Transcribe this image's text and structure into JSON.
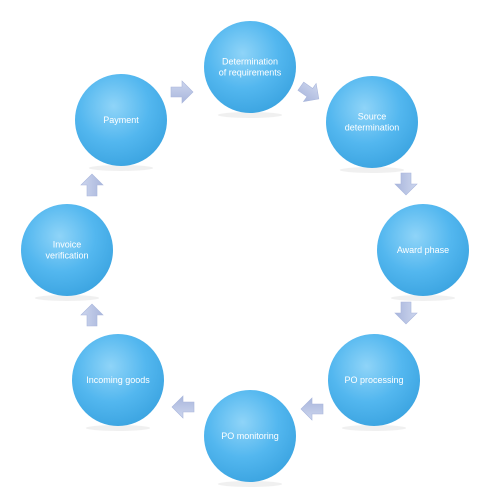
{
  "diagram": {
    "type": "cycle",
    "colors": {
      "node_fill_light": "#8fd4f8",
      "node_fill": "#53b7ef",
      "node_fill_dark": "#3aa3e0",
      "arrow_fill": "#cdd6ee",
      "arrow_shade": "#a9b6dc",
      "label": "#ffffff"
    },
    "nodes": [
      {
        "id": "determination-of-requirements",
        "lines": [
          "Determination",
          "of requirements"
        ]
      },
      {
        "id": "source-determination",
        "lines": [
          "Source",
          "determination"
        ]
      },
      {
        "id": "award-phase",
        "lines": [
          "Award phase"
        ]
      },
      {
        "id": "po-processing",
        "lines": [
          "PO processing"
        ]
      },
      {
        "id": "po-monitoring",
        "lines": [
          "PO monitoring"
        ]
      },
      {
        "id": "incoming-goods",
        "lines": [
          "Incoming goods"
        ]
      },
      {
        "id": "invoice-verification",
        "lines": [
          "Invoice",
          "verification"
        ]
      },
      {
        "id": "payment",
        "lines": [
          "Payment"
        ]
      }
    ],
    "arrows": [
      {
        "from": "determination-of-requirements",
        "to": "source-determination",
        "icon": "arrow-right-down-icon"
      },
      {
        "from": "source-determination",
        "to": "award-phase",
        "icon": "arrow-down-icon"
      },
      {
        "from": "award-phase",
        "to": "po-processing",
        "icon": "arrow-down-icon"
      },
      {
        "from": "po-processing",
        "to": "po-monitoring",
        "icon": "arrow-left-icon"
      },
      {
        "from": "po-monitoring",
        "to": "incoming-goods",
        "icon": "arrow-left-icon"
      },
      {
        "from": "incoming-goods",
        "to": "invoice-verification",
        "icon": "arrow-up-icon"
      },
      {
        "from": "invoice-verification",
        "to": "payment",
        "icon": "arrow-up-icon"
      },
      {
        "from": "payment",
        "to": "determination-of-requirements",
        "icon": "arrow-right-icon"
      }
    ]
  }
}
